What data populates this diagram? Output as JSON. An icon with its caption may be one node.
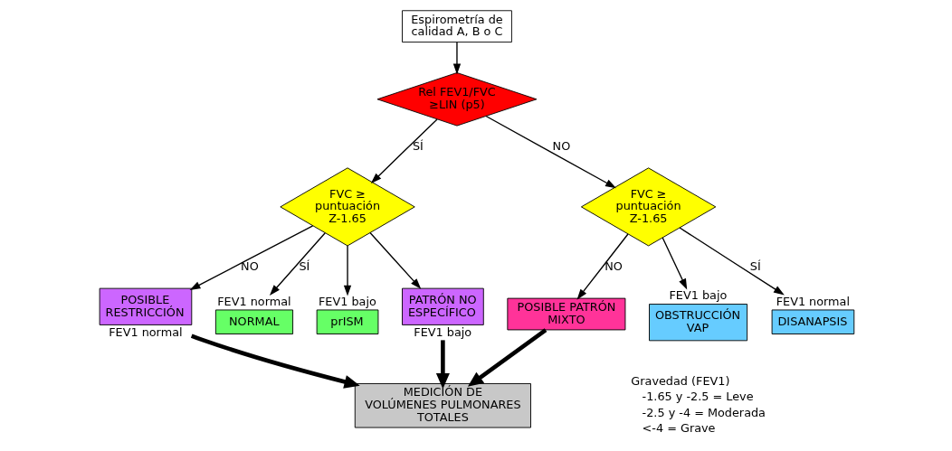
{
  "diagram": {
    "nodes": [
      {
        "text": [
          "NORMAL"
        ],
        "beside": [
          "FEV1 normal"
        ]
      },
      {
        "text": [
          "prISM"
        ],
        "beside": [
          "FEV1 bajo"
        ]
      },
      {
        "text": [
          "Espirometría de calidad A, B o C"
        ]
      },
      {
        "text": [
          "DISANAPSIS"
        ],
        "beside": [
          "FEV1 normal"
        ]
      },
      {
        "text": [
          "OBSTRUCCIÓN VAP"
        ],
        "beside": [
          "FEV1 bajo"
        ]
      },
      {
        "text": [
          "FVC ≥ puntuación Z-1.65"
        ]
      },
      {
        "text": [
          "Rel FEV1/FVC ≥LIN (p5)"
        ]
      },
      {
        "text": [
          "FVC ≥ puntuación Z-1.65"
        ]
      },
      {
        "text": [
          "POSIBLE RESTRICCIÓN"
        ],
        "beside": [
          "FEV1 normal"
        ]
      },
      {
        "text": [
          "PATRÓN NO ESPECÍFICO"
        ],
        "beside": [
          "FEV1 bajo"
        ]
      },
      {
        "text": [
          "MEDICIÓN DE VOLÚMENES PULMONARES TOTALES"
        ]
      },
      {
        "text": [
          "POSIBLE PATRÓN MIXTO"
        ]
      }
    ],
    "edges": [
      {
        "from": 2,
        "to": 6,
        "arrow": "to"
      },
      {
        "from": 6,
        "to": 5,
        "arrow": "to",
        "label": "SÍ"
      },
      {
        "from": 6,
        "to": 7,
        "arrow": "to",
        "label": "NO"
      },
      {
        "from": 5,
        "to": 0,
        "arrow": "to",
        "label": "SÍ"
      },
      {
        "from": 5,
        "to": 1,
        "arrow": "to"
      },
      {
        "from": 7,
        "to": 3,
        "arrow": "to",
        "label": "SÍ"
      },
      {
        "from": 7,
        "to": 4,
        "arrow": "to"
      },
      {
        "from": 5,
        "to": 8,
        "arrow": "to",
        "label": "NO"
      },
      {
        "from": 5,
        "to": 9,
        "arrow": "to"
      },
      {
        "from": 7,
        "to": 11,
        "arrow": "to",
        "label": "NO"
      },
      {
        "from": 8,
        "to": 10,
        "arrow": "to",
        "style": "thick"
      },
      {
        "from": 9,
        "to": 10,
        "arrow": "to",
        "style": "thick"
      },
      {
        "from": 11,
        "to": 10,
        "arrow": "to",
        "style": "thick"
      }
    ],
    "labels": [
      "Gravedad (FEV1)",
      "-1.65 y -2.5 = Leve",
      "-2.5 y -4 = Moderada",
      "<-4 = Grave"
    ]
  }
}
